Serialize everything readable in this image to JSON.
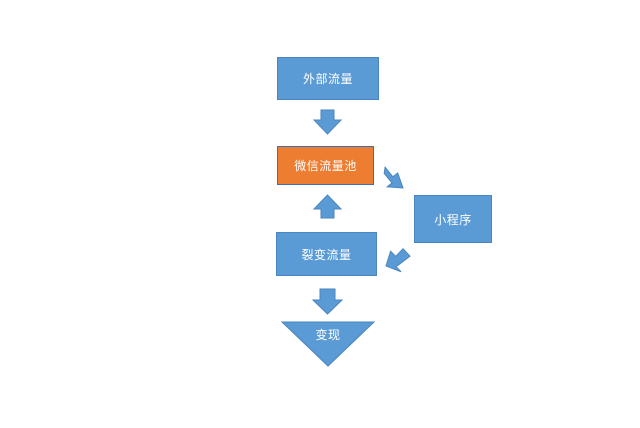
{
  "nodes": {
    "external_traffic": "外部流量",
    "wechat_traffic_pool": "微信流量池",
    "mini_program": "小程序",
    "viral_traffic": "裂变流量",
    "monetization": "变现"
  },
  "colors": {
    "box_blue": "#5b9bd5",
    "box_highlight": "#ed7d31",
    "arrow": "#5b9bd5",
    "text": "#ffffff"
  }
}
